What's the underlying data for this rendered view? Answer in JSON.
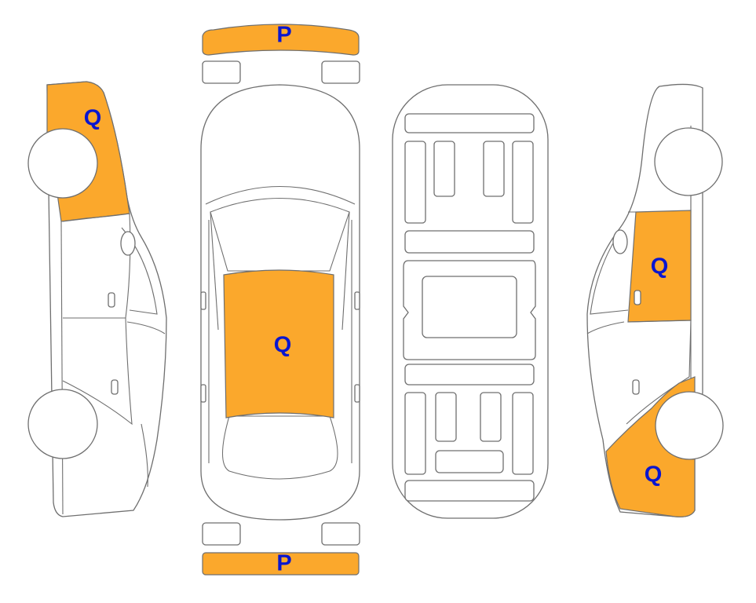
{
  "colors": {
    "highlight": "#FBA82C",
    "label": "#0A16CF",
    "outline": "#6F6F6F"
  },
  "labels": {
    "front_bumper": "P",
    "rear_bumper": "P",
    "roof": "Q",
    "left_front_fender": "Q",
    "right_rear_door": "Q",
    "right_rear_quarter": "Q"
  }
}
